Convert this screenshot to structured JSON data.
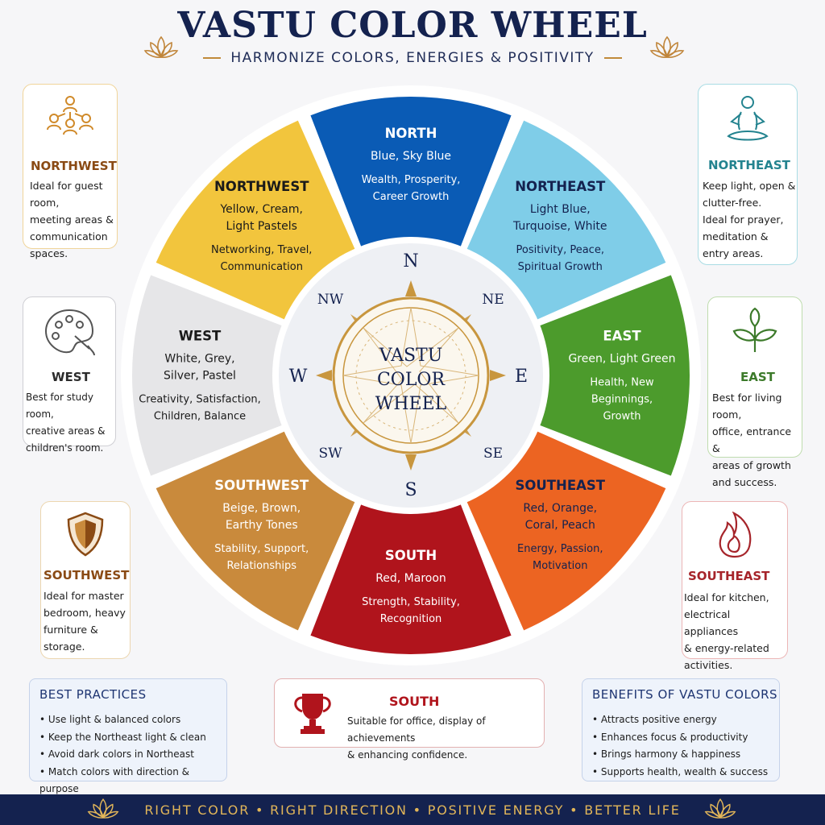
{
  "header": {
    "title": "VASTU COLOR WHEEL",
    "subtitle": "HARMONIZE COLORS, ENERGIES & POSITIVITY"
  },
  "wheel": {
    "segments": [
      {
        "name": "NORTH",
        "colors": [
          "Blue, Sky Blue"
        ],
        "meaning": [
          "Wealth, Prosperity,",
          "Career Growth"
        ],
        "fill": "#0a5bb5",
        "text_color": "#ffffff"
      },
      {
        "name": "NORTHEAST",
        "colors": [
          "Light Blue,",
          "Turquoise, White"
        ],
        "meaning": [
          "Positivity, Peace,",
          "Spiritual Growth"
        ],
        "fill": "#7fcde8",
        "text_color": "#14224f"
      },
      {
        "name": "EAST",
        "colors": [
          "Green, Light Green"
        ],
        "meaning": [
          "Health, New",
          "Beginnings,",
          "Growth"
        ],
        "fill": "#4c9b2c",
        "text_color": "#ffffff"
      },
      {
        "name": "SOUTHEAST",
        "colors": [
          "Red, Orange,",
          "Coral, Peach"
        ],
        "meaning": [
          "Energy, Passion,",
          "Motivation"
        ],
        "fill": "#ec6422",
        "text_color": "#14224f"
      },
      {
        "name": "SOUTH",
        "colors": [
          "Red, Maroon"
        ],
        "meaning": [
          "Strength, Stability,",
          "Recognition"
        ],
        "fill": "#b0141c",
        "text_color": "#ffffff"
      },
      {
        "name": "SOUTHWEST",
        "colors": [
          "Beige, Brown,",
          "Earthy Tones"
        ],
        "meaning": [
          "Stability, Support,",
          "Relationships"
        ],
        "fill": "#c98a3c",
        "text_color": "#ffffff"
      },
      {
        "name": "WEST",
        "colors": [
          "White, Grey,",
          "Silver, Pastel"
        ],
        "meaning": [
          "Creativity, Satisfaction,",
          "Children, Balance"
        ],
        "fill": "#e6e6e8",
        "text_color": "#1a1a1a"
      },
      {
        "name": "NORTHWEST",
        "colors": [
          "Yellow, Cream,",
          "Light Pastels"
        ],
        "meaning": [
          "Networking, Travel,",
          "Communication"
        ],
        "fill": "#f2c53d",
        "text_color": "#1a1a1a"
      }
    ],
    "center_lines": [
      "VASTU",
      "COLOR",
      "WHEEL"
    ],
    "compass": {
      "n": "N",
      "ne": "NE",
      "e": "E",
      "se": "SE",
      "s": "S",
      "sw": "SW",
      "w": "W",
      "nw": "NW"
    }
  },
  "side_cards": {
    "northwest": {
      "title": "NORTHWEST",
      "lines": [
        "Ideal for guest room,",
        "meeting areas &",
        "communication",
        "spaces."
      ],
      "color": "#8a4a14",
      "icon": "people-network-icon"
    },
    "west": {
      "title": "WEST",
      "lines": [
        "Best for study room,",
        "creative areas &",
        "children's room."
      ],
      "color": "#2b2b2b",
      "icon": "palette-icon"
    },
    "southwest": {
      "title": "SOUTHWEST",
      "lines": [
        "Ideal for master",
        "bedroom, heavy",
        "furniture &",
        "storage."
      ],
      "color": "#8a4a14",
      "icon": "shield-icon"
    },
    "northeast": {
      "title": "NORTHEAST",
      "lines": [
        "Keep light, open &",
        "clutter-free.",
        "Ideal for prayer,",
        "meditation &",
        "entry areas."
      ],
      "color": "#23838f",
      "icon": "meditation-icon"
    },
    "east": {
      "title": "EAST",
      "lines": [
        "Best for living room,",
        "office, entrance &",
        "areas of growth",
        "and success."
      ],
      "color": "#3c7a2a",
      "icon": "leaves-icon"
    },
    "southeast": {
      "title": "SOUTHEAST",
      "lines": [
        "Ideal for kitchen,",
        "electrical appliances",
        "& energy-related",
        "activities."
      ],
      "color": "#a6242a",
      "icon": "flame-icon"
    }
  },
  "best_practices": {
    "title": "BEST PRACTICES",
    "items": [
      "Use light & balanced colors",
      "Keep the Northeast light & clean",
      "Avoid dark colors in Northeast",
      "Match colors with direction & purpose"
    ]
  },
  "south_card": {
    "title": "SOUTH",
    "lines": [
      "Suitable for office, display of achievements",
      "& enhancing confidence."
    ],
    "color": "#b0141c",
    "icon": "trophy-icon"
  },
  "benefits": {
    "title": "BENEFITS OF VASTU COLORS",
    "items": [
      "Attracts positive energy",
      "Enhances focus & productivity",
      "Brings harmony & happiness",
      "Supports health, wealth & success"
    ]
  },
  "footer": {
    "text": "RIGHT COLOR • RIGHT DIRECTION • POSITIVE ENERGY • BETTER LIFE"
  },
  "palette": {
    "navy": "#14224f",
    "gold": "#c8963e"
  }
}
